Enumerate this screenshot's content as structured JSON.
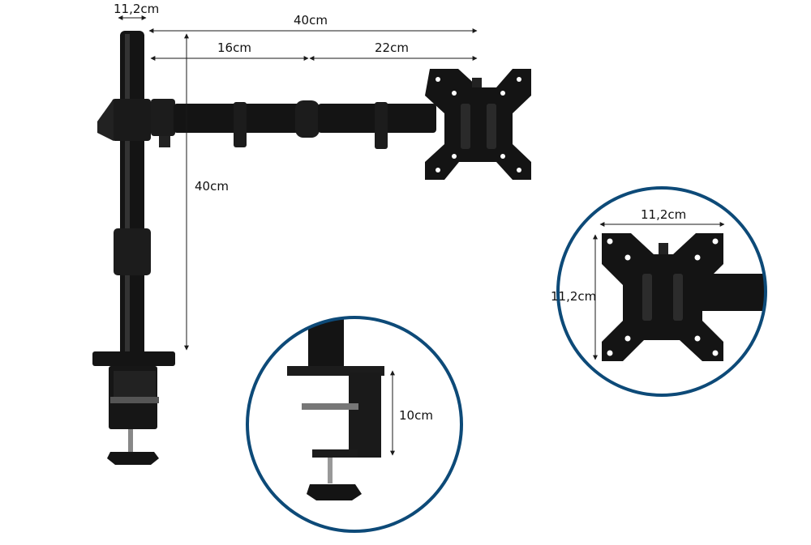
{
  "colors": {
    "product": "#141414",
    "product_highlight": "#3a3a3a",
    "circle_border": "#0d4a78",
    "dimension_line": "#1a1a1a",
    "background": "#ffffff"
  },
  "main_view": {
    "dim_pole_width": "11,2cm",
    "dim_arm_total": "40cm",
    "dim_arm_inner": "16cm",
    "dim_arm_outer": "22cm",
    "dim_pole_height": "40cm"
  },
  "clamp_detail": {
    "dim_clamp_height": "10cm"
  },
  "vesa_detail": {
    "dim_plate_width": "11,2cm",
    "dim_plate_height": "11,2cm"
  }
}
